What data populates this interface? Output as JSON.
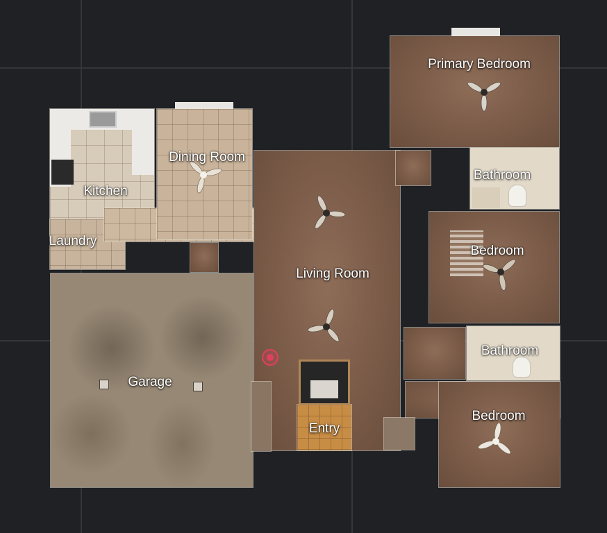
{
  "floorplan": {
    "rooms": {
      "primary_bedroom": "Primary Bedroom",
      "dining_room": "Dining Room",
      "kitchen": "Kitchen",
      "bathroom_1": "Bathroom",
      "laundry": "Laundry",
      "bedroom_1": "Bedroom",
      "living_room": "Living Room",
      "bathroom_2": "Bathroom",
      "garage": "Garage",
      "entry": "Entry",
      "bedroom_2": "Bedroom"
    },
    "position_marker": "current-position-icon"
  },
  "colors": {
    "background": "#202124",
    "grid": "#34363a",
    "marker": "#e0405e",
    "label_text": "#ffffff"
  }
}
